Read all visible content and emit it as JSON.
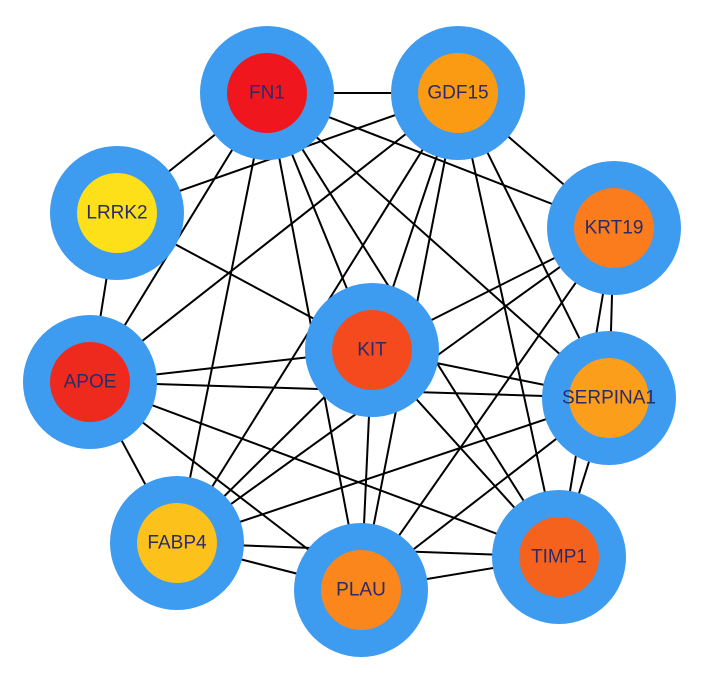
{
  "colors": {
    "outer_ring": "#3d9bf0",
    "label": "#2b2b6b",
    "edge": "#000000"
  },
  "nodes": [
    {
      "id": "FN1",
      "label": "FN1",
      "fill": "#f0161e"
    },
    {
      "id": "GDF15",
      "label": "GDF15",
      "fill": "#fb9b14"
    },
    {
      "id": "LRRK2",
      "label": "LRRK2",
      "fill": "#fde01a"
    },
    {
      "id": "KRT19",
      "label": "KRT19",
      "fill": "#fb7c1c"
    },
    {
      "id": "KIT",
      "label": "KIT",
      "fill": "#f54a1e"
    },
    {
      "id": "APOE",
      "label": "APOE",
      "fill": "#ee2a1e"
    },
    {
      "id": "SERPINA1",
      "label": "SERPINA1",
      "fill": "#fb9e1c"
    },
    {
      "id": "FABP4",
      "label": "FABP4",
      "fill": "#fdc11c"
    },
    {
      "id": "PLAU",
      "label": "PLAU",
      "fill": "#fb861c"
    },
    {
      "id": "TIMP1",
      "label": "TIMP1",
      "fill": "#f5621e"
    }
  ],
  "edges": [
    [
      "FN1",
      "GDF15"
    ],
    [
      "FN1",
      "LRRK2"
    ],
    [
      "FN1",
      "APOE"
    ],
    [
      "FN1",
      "KIT"
    ],
    [
      "FN1",
      "KRT19"
    ],
    [
      "FN1",
      "SERPINA1"
    ],
    [
      "FN1",
      "FABP4"
    ],
    [
      "FN1",
      "PLAU"
    ],
    [
      "FN1",
      "TIMP1"
    ],
    [
      "GDF15",
      "LRRK2"
    ],
    [
      "GDF15",
      "APOE"
    ],
    [
      "GDF15",
      "KIT"
    ],
    [
      "GDF15",
      "KRT19"
    ],
    [
      "GDF15",
      "SERPINA1"
    ],
    [
      "GDF15",
      "FABP4"
    ],
    [
      "GDF15",
      "PLAU"
    ],
    [
      "GDF15",
      "TIMP1"
    ],
    [
      "LRRK2",
      "APOE"
    ],
    [
      "LRRK2",
      "KIT"
    ],
    [
      "KRT19",
      "KIT"
    ],
    [
      "KRT19",
      "SERPINA1"
    ],
    [
      "KRT19",
      "TIMP1"
    ],
    [
      "KRT19",
      "PLAU"
    ],
    [
      "KRT19",
      "FABP4"
    ],
    [
      "APOE",
      "KIT"
    ],
    [
      "APOE",
      "SERPINA1"
    ],
    [
      "APOE",
      "FABP4"
    ],
    [
      "APOE",
      "PLAU"
    ],
    [
      "APOE",
      "TIMP1"
    ],
    [
      "KIT",
      "SERPINA1"
    ],
    [
      "KIT",
      "FABP4"
    ],
    [
      "KIT",
      "PLAU"
    ],
    [
      "KIT",
      "TIMP1"
    ],
    [
      "SERPINA1",
      "FABP4"
    ],
    [
      "SERPINA1",
      "PLAU"
    ],
    [
      "SERPINA1",
      "TIMP1"
    ],
    [
      "FABP4",
      "PLAU"
    ],
    [
      "FABP4",
      "TIMP1"
    ],
    [
      "PLAU",
      "TIMP1"
    ]
  ]
}
